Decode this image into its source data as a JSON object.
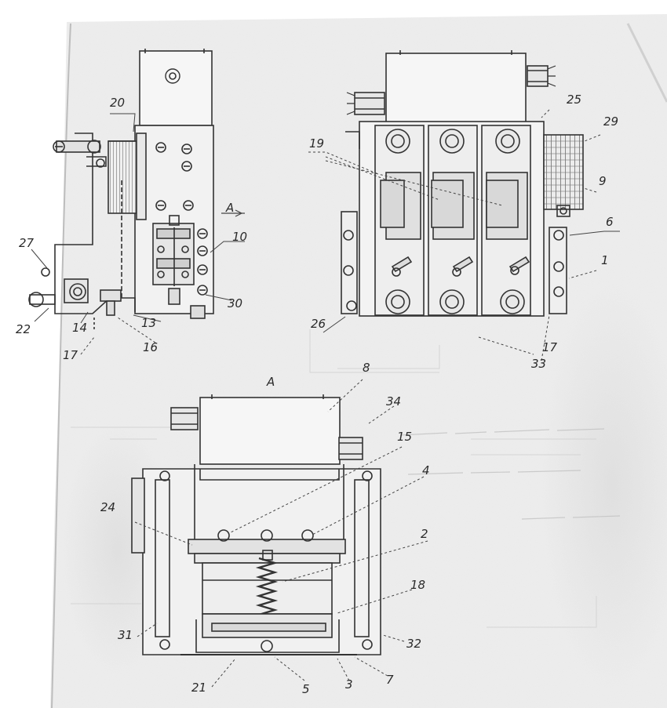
{
  "view_letters": {
    "top": "А",
    "bottom": "А"
  },
  "callouts": [
    {
      "id": "c20",
      "text": "20"
    },
    {
      "id": "c27",
      "text": "27"
    },
    {
      "id": "c22",
      "text": "22"
    },
    {
      "id": "c14",
      "text": "14"
    },
    {
      "id": "c17a",
      "text": "17"
    },
    {
      "id": "c13",
      "text": "13"
    },
    {
      "id": "c16",
      "text": "16"
    },
    {
      "id": "c30",
      "text": "30"
    },
    {
      "id": "c10",
      "text": "10"
    },
    {
      "id": "c25",
      "text": "25"
    },
    {
      "id": "c29",
      "text": "29"
    },
    {
      "id": "c19",
      "text": "19"
    },
    {
      "id": "c9",
      "text": "9"
    },
    {
      "id": "c6",
      "text": "6"
    },
    {
      "id": "c1",
      "text": "1"
    },
    {
      "id": "c26",
      "text": "26"
    },
    {
      "id": "c17b",
      "text": "17"
    },
    {
      "id": "c33",
      "text": "33"
    },
    {
      "id": "c8",
      "text": "8"
    },
    {
      "id": "c34",
      "text": "34"
    },
    {
      "id": "c15",
      "text": "15"
    },
    {
      "id": "c4",
      "text": "4"
    },
    {
      "id": "c24",
      "text": "24"
    },
    {
      "id": "c2",
      "text": "2"
    },
    {
      "id": "c18",
      "text": "18"
    },
    {
      "id": "c31",
      "text": "31"
    },
    {
      "id": "c32",
      "text": "32"
    },
    {
      "id": "c21",
      "text": "21"
    },
    {
      "id": "c5",
      "text": "5"
    },
    {
      "id": "c3",
      "text": "3"
    },
    {
      "id": "c7",
      "text": "7"
    }
  ]
}
